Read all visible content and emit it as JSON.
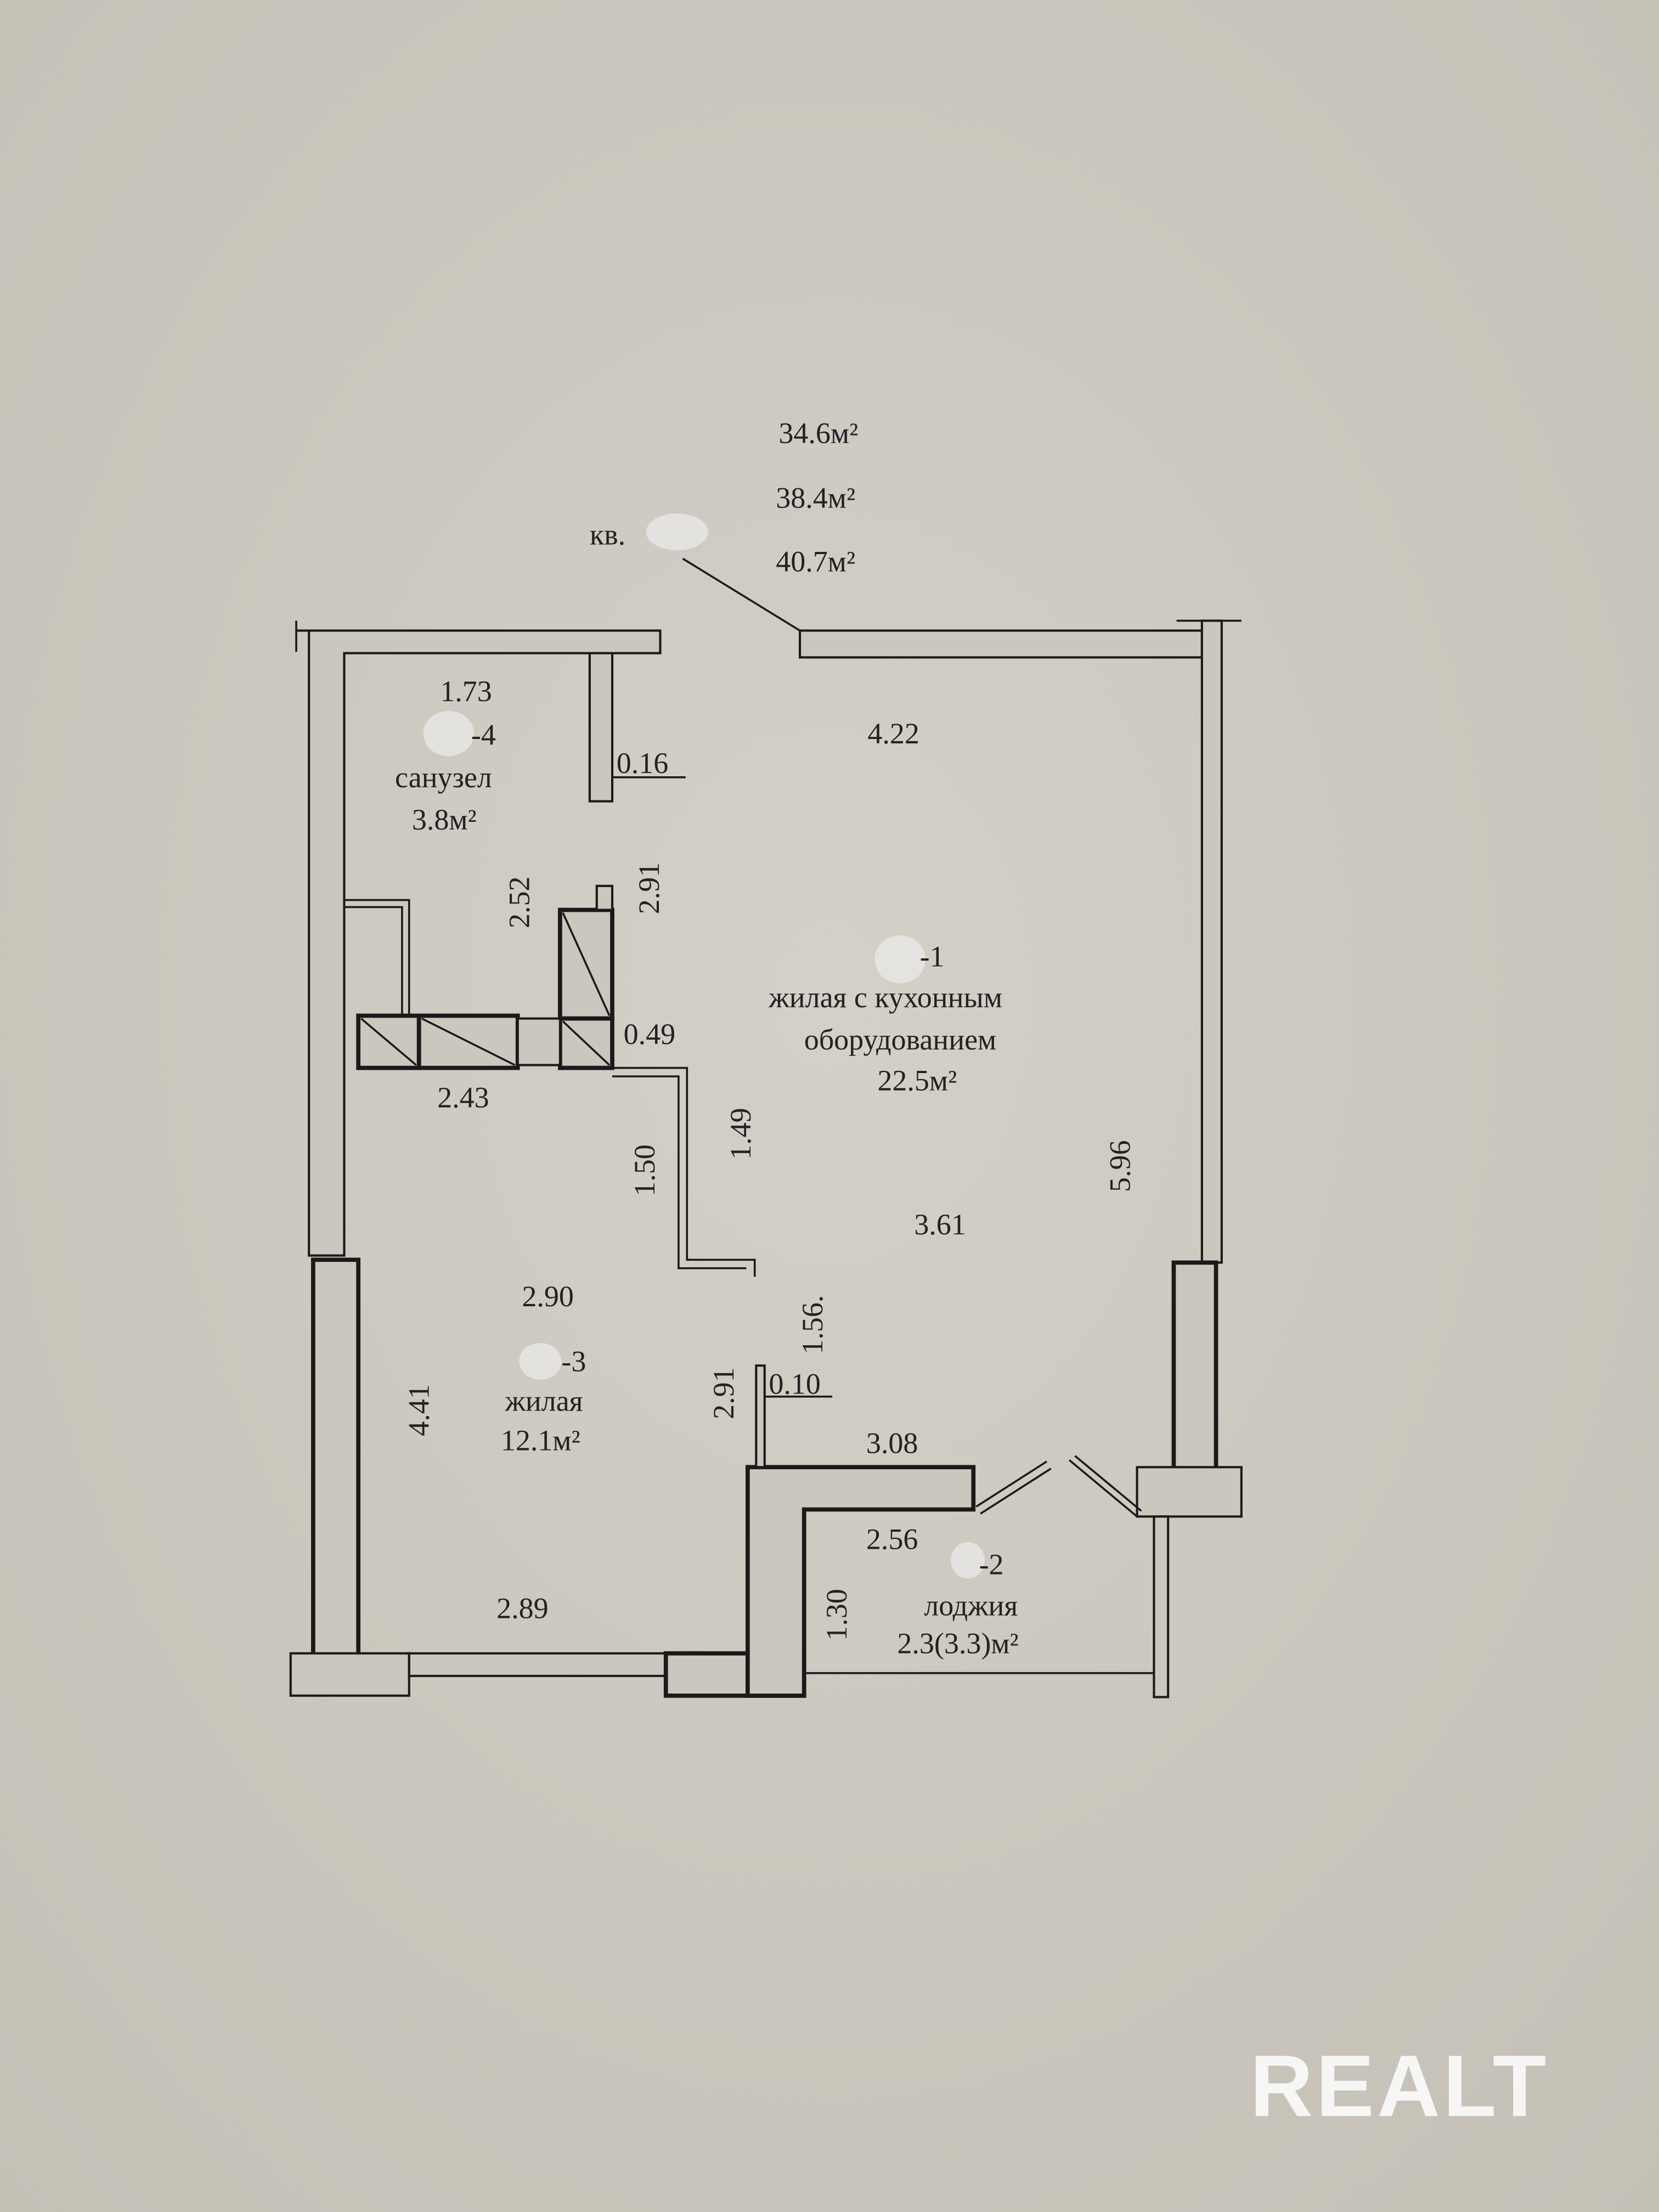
{
  "areas": {
    "living": "34.6м²",
    "total": "38.4м²",
    "total_with_loggia": "40.7м²"
  },
  "apartment_label": "кв.",
  "rooms": [
    {
      "suffix": "-1",
      "name_line1": "жилая с кухонным",
      "name_line2": "оборудованием",
      "area": "22.5м²"
    },
    {
      "suffix": "-2",
      "name_line1": "лоджия",
      "area": "2.3(3.3)м²"
    },
    {
      "suffix": "-3",
      "name_line1": "жилая",
      "area": "12.1м²"
    },
    {
      "suffix": "-4",
      "name_line1": "санузел",
      "area": "3.8м²"
    }
  ],
  "dimensions": {
    "d173": "1.73",
    "d016": "0.16",
    "d422": "4.22",
    "d252": "2.52",
    "d291a": "2.91",
    "d049": "0.49",
    "d243": "2.43",
    "d150": "1.50",
    "d149": "1.49",
    "d596": "5.96",
    "d361": "3.61",
    "d290": "2.90",
    "d156": "1.56.",
    "d441": "4.41",
    "d291b": "2.91",
    "d010": "0.10",
    "d308": "3.08",
    "d256": "2.56",
    "d130": "1.30",
    "d289": "2.89"
  },
  "watermark": "REALT",
  "colors": {
    "paper": "#cdc9c0",
    "ink": "#1a1a1a"
  }
}
